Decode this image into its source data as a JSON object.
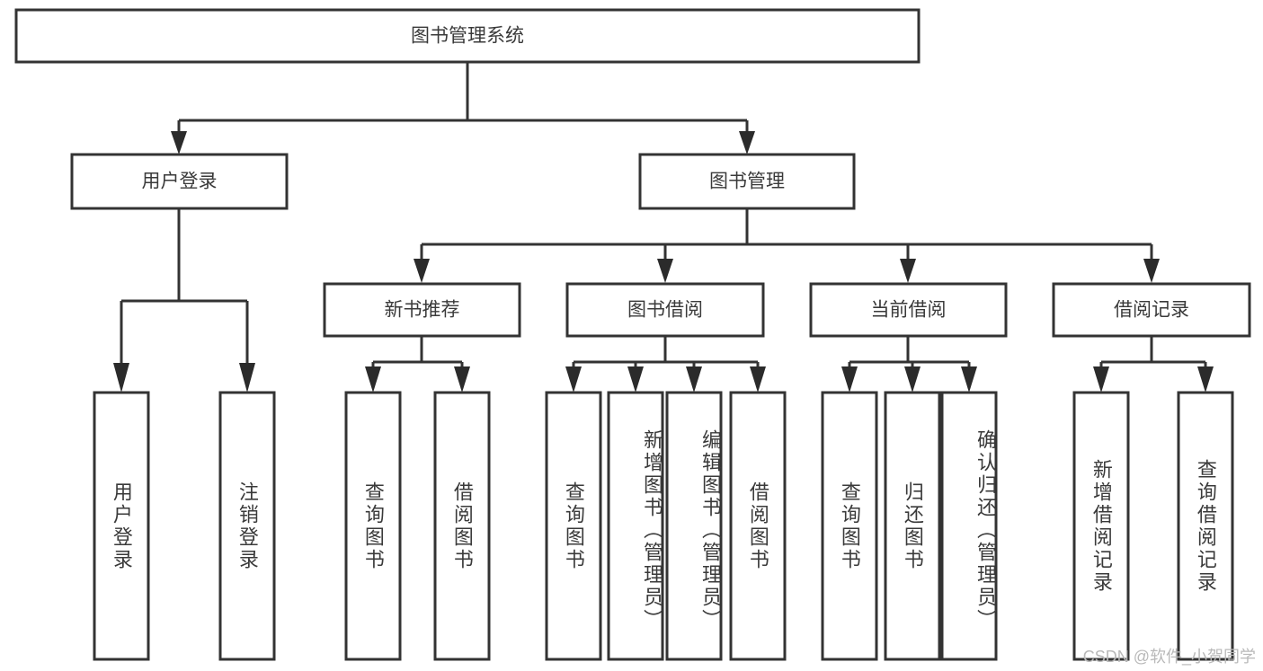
{
  "diagram": {
    "type": "tree",
    "title": "图书管理系统",
    "orientation": "top-down",
    "colors": {
      "box_stroke": "#333333",
      "box_fill": "#ffffff",
      "text": "#3a3a3a",
      "arrow": "#2b2b2b",
      "background": "#ffffff",
      "watermark": "#b9b9b9"
    },
    "root": {
      "label": "图书管理系统"
    },
    "level2": [
      {
        "label": "用户登录"
      },
      {
        "label": "图书管理"
      }
    ],
    "level3": [
      {
        "label": "新书推荐"
      },
      {
        "label": "图书借阅"
      },
      {
        "label": "当前借阅"
      },
      {
        "label": "借阅记录"
      }
    ],
    "leaves": {
      "user_login": [
        {
          "label": "用户登录"
        },
        {
          "label": "注销登录"
        }
      ],
      "new_book_recommend": [
        {
          "label": "查询图书"
        },
        {
          "label": "借阅图书"
        }
      ],
      "book_borrow": [
        {
          "label": "查询图书"
        },
        {
          "label": "新增图书（管理员）"
        },
        {
          "label": "编辑图书（管理员）"
        },
        {
          "label": "借阅图书"
        }
      ],
      "current_borrow": [
        {
          "label": "查询图书"
        },
        {
          "label": "归还图书"
        },
        {
          "label": "确认归还（管理员）"
        }
      ],
      "borrow_record": [
        {
          "label": "新增借阅记录"
        },
        {
          "label": "查询借阅记录"
        }
      ]
    }
  },
  "watermark": {
    "text": "CSDN @软件_小贺同学"
  }
}
